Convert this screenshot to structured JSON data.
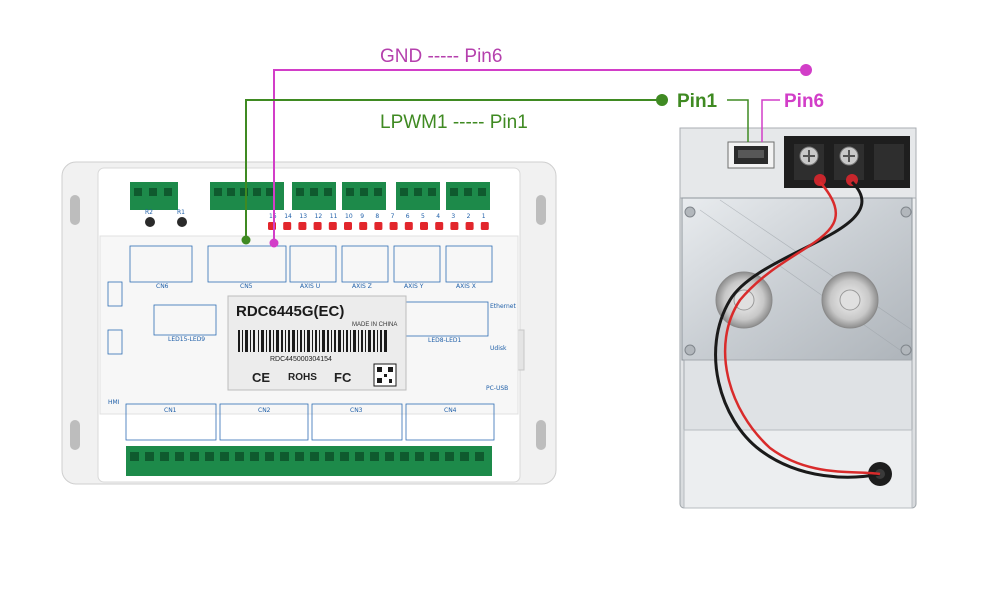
{
  "wiring": {
    "gnd_label": "GND ----- Pin6",
    "lpwm_label": "LPWM1 ----- Pin1",
    "pin1_label": "Pin1",
    "pin6_label": "Pin6",
    "gnd_color": "#d23ec8",
    "lpwm_color": "#3f8a22"
  },
  "controller": {
    "model": "RDC6445G(EC)",
    "made_in": "MADE IN CHINA",
    "serial": "RDC445000304154",
    "cert_ce": "CE",
    "cert_rohs": "ROHS",
    "cert_fc": "FC",
    "side_labels": {
      "ethernet": "Ethernet",
      "udisk": "Udisk",
      "pcusb": "PC-USB",
      "hmi": "HMI"
    },
    "top_connectors": {
      "cn6": "CN6",
      "cn5": "CN5",
      "axis_u": "AXIS U",
      "axis_z": "AXIS Z",
      "axis_y": "AXIS Y",
      "axis_x": "AXIS X"
    },
    "led_group_labels": {
      "led15_9": "LED15-LED9",
      "led8_1": "LED8-LED1"
    },
    "bottom_connectors": {
      "cn1": "CN1",
      "cn2": "CN2",
      "cn3": "CN3",
      "cn4": "CN4"
    },
    "led_numbers": [
      "15",
      "14",
      "13",
      "12",
      "11",
      "10",
      "9",
      "8",
      "7",
      "6",
      "5",
      "4",
      "3",
      "2",
      "1"
    ],
    "led_color": "#e2262c",
    "terminal_color": "#1d8a4a"
  },
  "laser_psu": {
    "description_icons": [
      "signal-connector-icon",
      "power-terminal-block-icon"
    ]
  }
}
